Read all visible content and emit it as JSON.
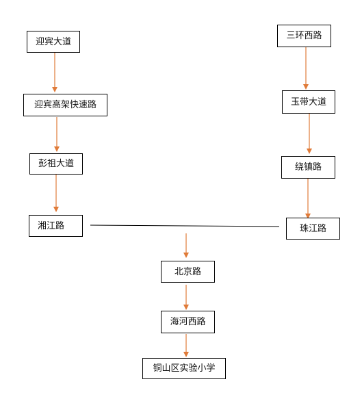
{
  "nodes": {
    "yingbin_dadao": "迎宾大道",
    "yingbin_gaojia": "迎宾高架快速路",
    "pengzu_dadao": "彭祖大道",
    "xiangjiang_lu": "湘江路",
    "sanhuan_xilu": "三环西路",
    "yudai_dadao": "玉带大道",
    "raozhen_lu": "绕镇路",
    "zhujiang_lu": "珠江路",
    "beijing_lu": "北京路",
    "haihe_xilu": "海河西路",
    "school": "铜山区实验小学"
  },
  "colors": {
    "arrow": "#e07b39",
    "line": "#000000",
    "border": "#000000"
  }
}
